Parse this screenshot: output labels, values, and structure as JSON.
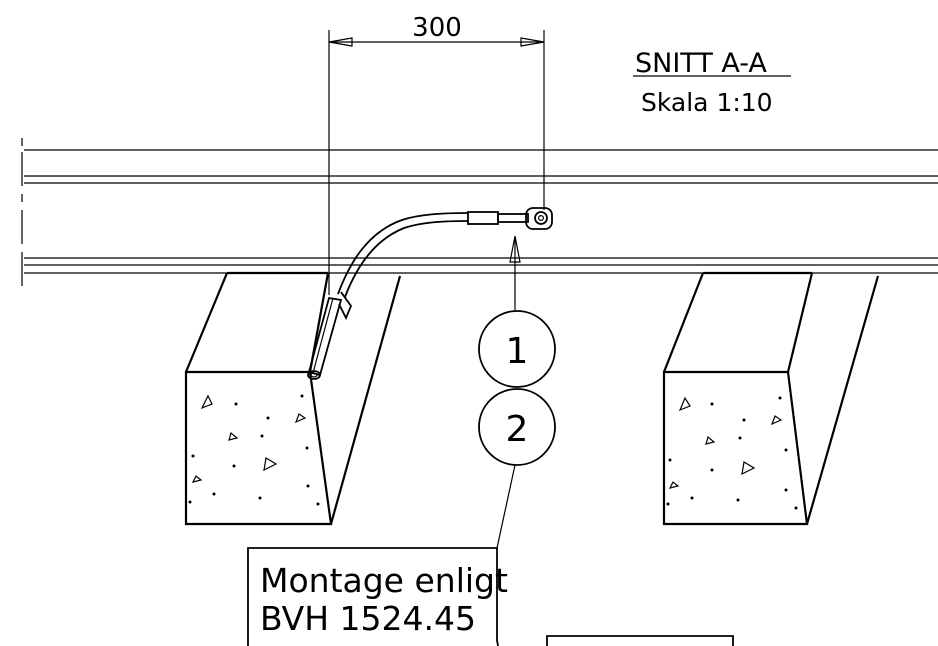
{
  "title": {
    "section": "SNITT A-A",
    "scale": "Skala 1:10"
  },
  "dimension": {
    "value": "300"
  },
  "balloons": [
    "1",
    "2"
  ],
  "note": {
    "line1": "Montage enligt",
    "line2": "BVH 1524.45"
  }
}
